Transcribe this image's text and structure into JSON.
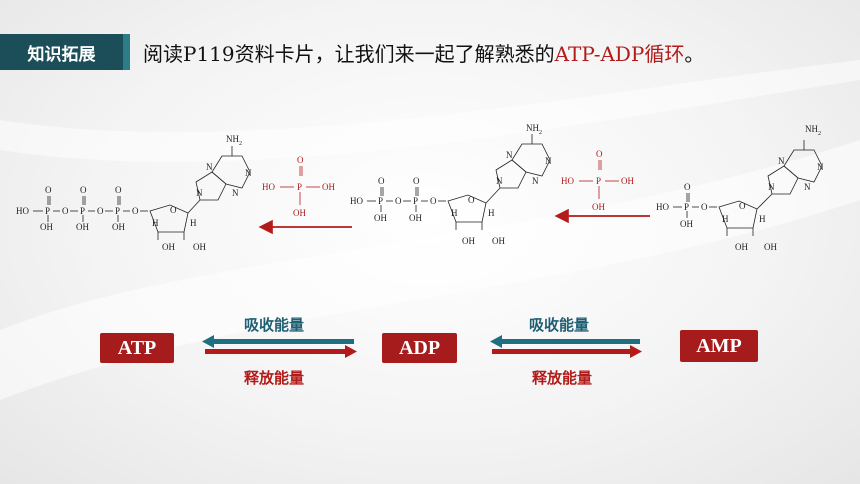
{
  "section_tag": "知识拓展",
  "heading": {
    "prefix": "阅读P119资料卡片，让我们来一起了解熟悉的",
    "highlight": "ATP-ADP循环",
    "suffix": "。"
  },
  "molecule_text": {
    "nh2": "NH",
    "nh2_sub": "2",
    "oh": "OH",
    "ho": "HO",
    "o": "O",
    "p": "P",
    "h": "H",
    "n": "N"
  },
  "phosphate_group": {
    "ho_left": "HO",
    "oh_right": "OH",
    "oh_bottom": "OH",
    "o_top": "O",
    "p": "P"
  },
  "cycle": {
    "boxes": [
      "ATP",
      "ADP",
      "AMP"
    ],
    "absorb_label": "吸收能量",
    "release_label": "释放能量"
  },
  "colors": {
    "accent_red": "#a61b1b",
    "teal": "#1f5f73",
    "tag_bg": "#1b4e59"
  }
}
